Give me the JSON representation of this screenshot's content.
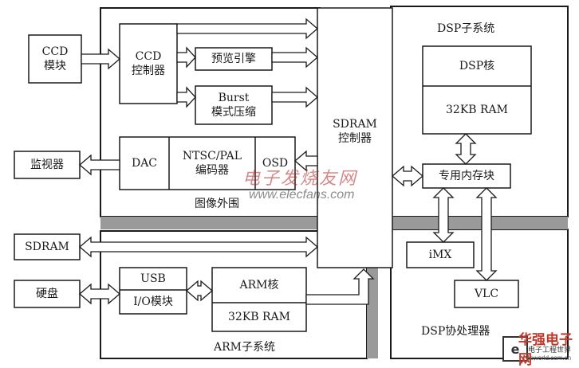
{
  "blocks": {
    "ccd_module": "CCD\n模块",
    "monitor": "监视器",
    "sdram": "SDRAM",
    "hard_disk": "硬盘",
    "ccd_controller": "CCD\n控制器",
    "preview_engine": "预览引擎",
    "burst_compress": "Burst\n模式压缩",
    "dac": "DAC",
    "ntsc_pal": "NTSC/PAL\n编码器",
    "osd": "OSD",
    "sdram_controller": "SDRAM\n控制器",
    "usb": "USB",
    "io_module": "I/O模块",
    "arm_core": "ARM核",
    "arm_ram": "32KB RAM",
    "dsp_core": "DSP核",
    "dsp_ram": "32KB RAM",
    "dedicated_mem": "专用内存块",
    "imx": "iMX",
    "vlc": "VLC"
  },
  "regions": {
    "image_peripheral": "图像外围",
    "arm_subsystem": "ARM子系统",
    "dsp_subsystem": "DSP子系统",
    "dsp_coprocessor": "DSP协处理器"
  },
  "watermark": {
    "site_cn": "电子发烧友网",
    "site_url": "www.elecfans.com",
    "logo_cn": "华强电子网",
    "logo_small": "电子工程世界",
    "logo_sub": "eeworld.com.cn",
    "logo_color": "#c0392b"
  }
}
